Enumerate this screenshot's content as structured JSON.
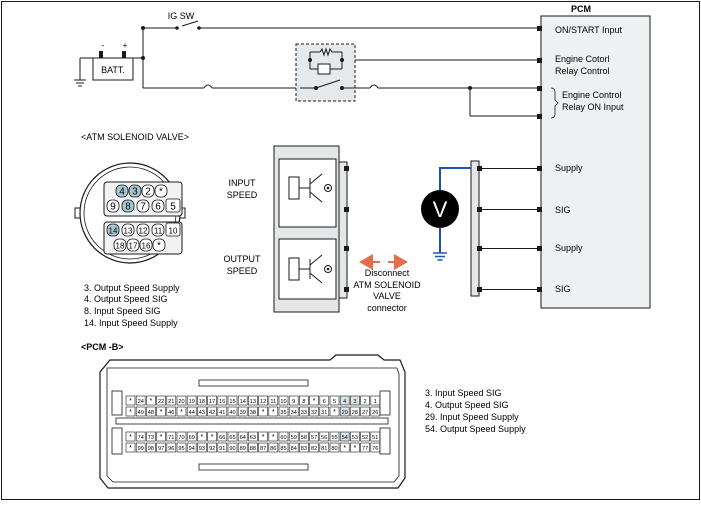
{
  "colors": {
    "line": "#1a1a1a",
    "pcm_fill": "#eef0f2",
    "pin_highlight": "#a9c4d3",
    "probe_blue": "#1f4fbf",
    "arrow_orange": "#e0704a",
    "meter_fill": "#000000",
    "relay_highlight": "#e6e9ec",
    "connector_fill": "#e4e6e8"
  },
  "header": {
    "pcm_title": "PCM"
  },
  "battery": {
    "label": "BATT.",
    "minus": "-",
    "plus": "+"
  },
  "ig_switch": {
    "label": "IG SW"
  },
  "pcm_pins": [
    {
      "label": "ON/START Input"
    },
    {
      "label_line1": "Engine Cotorl",
      "label_line2": "Relay Control"
    },
    {
      "label_line1": "Engine Control",
      "label_line2": "Relay ON Input"
    },
    {
      "label": "Supply"
    },
    {
      "label": "SIG"
    },
    {
      "label": "Supply"
    },
    {
      "label": "SIG"
    }
  ],
  "atm_valve": {
    "title": "<ATM SOLENOID VALVE>",
    "row1": [
      "4",
      "3",
      "2",
      "*"
    ],
    "row2": [
      "9",
      "8",
      "7",
      "6",
      "5"
    ],
    "row3": [
      "14",
      "13",
      "12",
      "11",
      "10"
    ],
    "row4": [
      "18",
      "17",
      "16",
      "*"
    ],
    "legend": [
      "3. Output Speed Supply",
      "4. Output Speed SIG",
      "8. Input Speed SIG",
      "14. Input Speed Supply"
    ]
  },
  "sensors": {
    "input_line1": "INPUT",
    "input_line2": "SPEED",
    "output_line1": "OUTPUT",
    "output_line2": "SPEED"
  },
  "meter": {
    "symbol": "V"
  },
  "disconnect_note": {
    "line1": "Disconnect",
    "line2": "ATM SOLENOID",
    "line3": "VALVE",
    "line4": "connector"
  },
  "pcm_b": {
    "title": "<PCM -B>",
    "row1": [
      "*",
      "24",
      "*",
      "22",
      "21",
      "20",
      "19",
      "18",
      "17",
      "16",
      "15",
      "14",
      "13",
      "12",
      "11",
      "10",
      "9",
      "8",
      "*",
      "6",
      "5",
      "4",
      "3",
      "2",
      "1"
    ],
    "row2": [
      "*",
      "49",
      "48",
      "*",
      "46",
      "*",
      "44",
      "43",
      "42",
      "41",
      "40",
      "39",
      "38",
      "*",
      "*",
      "35",
      "34",
      "33",
      "32",
      "31",
      "*",
      "29",
      "28",
      "27",
      "26"
    ],
    "row3": [
      "*",
      "74",
      "73",
      "*",
      "71",
      "70",
      "69",
      "*",
      "*",
      "66",
      "65",
      "64",
      "63",
      "*",
      "*",
      "60",
      "59",
      "58",
      "57",
      "56",
      "55",
      "54",
      "53",
      "52",
      "51"
    ],
    "row4": [
      "*",
      "99",
      "98",
      "97",
      "96",
      "95",
      "94",
      "93",
      "92",
      "91",
      "90",
      "89",
      "88",
      "87",
      "86",
      "85",
      "84",
      "83",
      "82",
      "81",
      "80",
      "*",
      "*",
      "77",
      "76"
    ],
    "legend": [
      "3. Input Speed SIG",
      "4. Output Speed SIG",
      "29. Input Speed Supply",
      "54. Output Speed Supply"
    ]
  }
}
